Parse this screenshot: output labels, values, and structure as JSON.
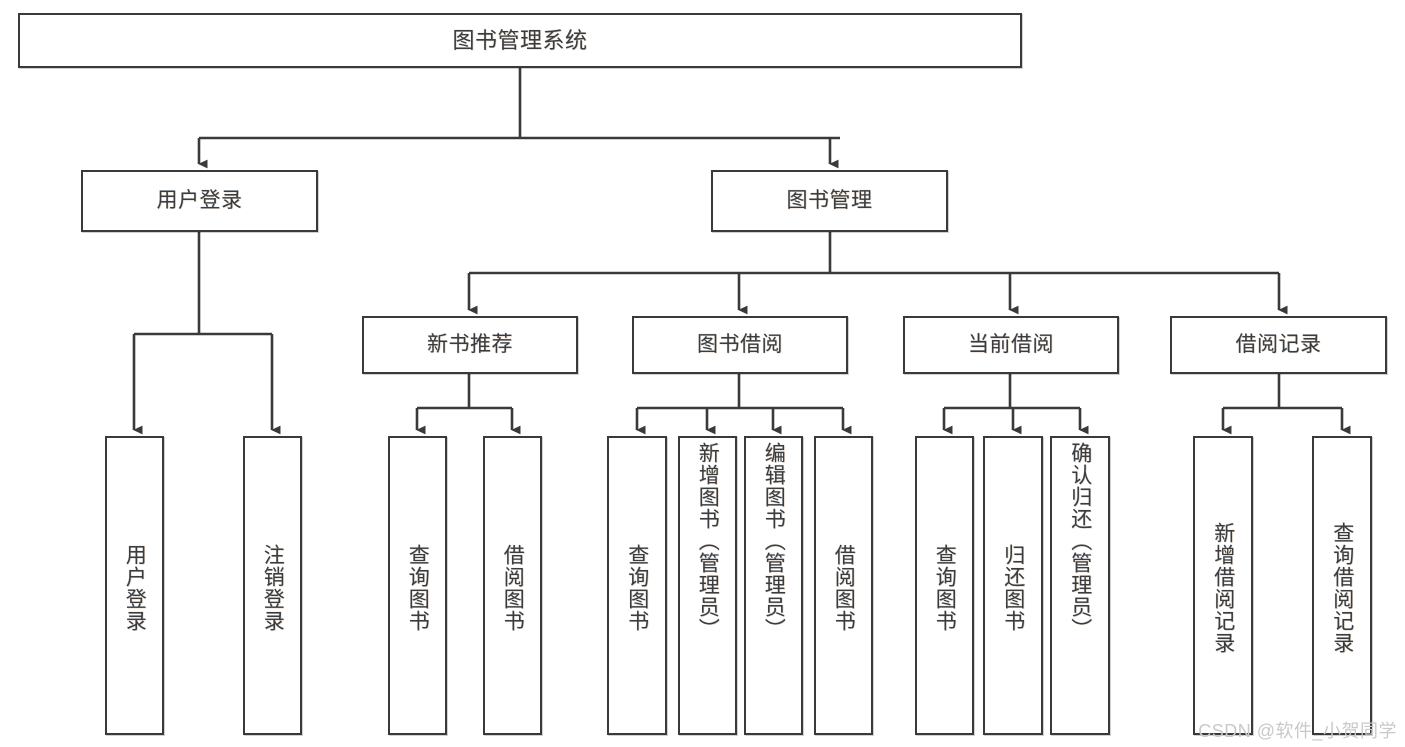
{
  "diagram": {
    "title": "图书管理系统",
    "type": "tree",
    "root": {
      "label": "图书管理系统"
    },
    "level2": [
      {
        "label": "用户登录"
      },
      {
        "label": "图书管理"
      }
    ],
    "level3": [
      {
        "label": "新书推荐"
      },
      {
        "label": "图书借阅"
      },
      {
        "label": "当前借阅"
      },
      {
        "label": "借阅记录"
      }
    ],
    "leaves": [
      {
        "label": "用户登录",
        "parent": "用户登录"
      },
      {
        "label": "注销登录",
        "parent": "用户登录"
      },
      {
        "label": "查询图书",
        "parent": "新书推荐"
      },
      {
        "label": "借阅图书",
        "parent": "新书推荐"
      },
      {
        "label": "查询图书",
        "parent": "图书借阅"
      },
      {
        "label": "新增图书（管理员）",
        "parent": "图书借阅"
      },
      {
        "label": "编辑图书（管理员）",
        "parent": "图书借阅"
      },
      {
        "label": "借阅图书",
        "parent": "图书借阅"
      },
      {
        "label": "查询图书",
        "parent": "当前借阅"
      },
      {
        "label": "归还图书",
        "parent": "当前借阅"
      },
      {
        "label": "确认归还（管理员）",
        "parent": "当前借阅"
      },
      {
        "label": "新增借阅记录",
        "parent": "借阅记录"
      },
      {
        "label": "查询借阅记录",
        "parent": "借阅记录"
      }
    ],
    "watermark": "CSDN @软件_小贺同学",
    "colors": {
      "border": "#3a3a3a",
      "text": "#3c3c3c",
      "background": "#ffffff",
      "watermark": "#c9c9c9"
    }
  }
}
